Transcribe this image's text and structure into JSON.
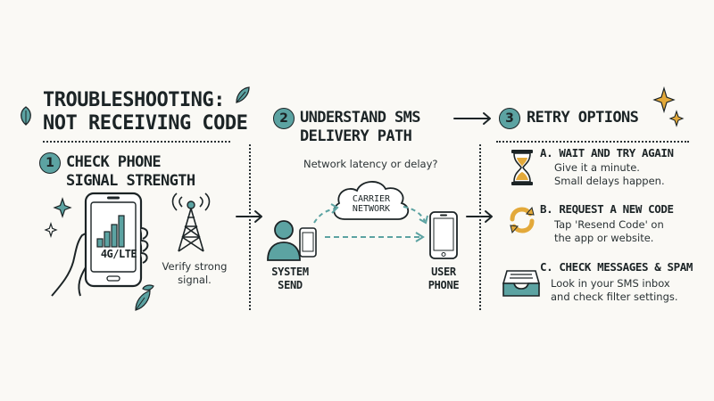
{
  "title": {
    "line1": "TROUBLESHOOTING:",
    "line2": "NOT RECEIVING CODE"
  },
  "step1": {
    "number": "1",
    "heading_line1": "CHECK PHONE",
    "heading_line2": "SIGNAL STRENGTH",
    "network_label": "4G/LTE",
    "caption_line1": "Verify strong",
    "caption_line2": "signal."
  },
  "step2": {
    "number": "2",
    "heading_line1": "UNDERSTAND SMS",
    "heading_line2": "DELIVERY PATH",
    "question": "Network latency or delay?",
    "cloud_line1": "CARRIER",
    "cloud_line2": "NETWORK",
    "sender_line1": "SYSTEM",
    "sender_line2": "SEND",
    "receiver_line1": "USER",
    "receiver_line2": "PHONE"
  },
  "step3": {
    "number": "3",
    "heading": "RETRY OPTIONS",
    "options": [
      {
        "icon": "hourglass-icon",
        "title": "A. WAIT AND TRY AGAIN",
        "line1": "Give it a minute.",
        "line2": "Small delays happen."
      },
      {
        "icon": "refresh-arrows-icon",
        "title": "B. REQUEST A NEW CODE",
        "line1": "Tap 'Resend Code' on",
        "line2": "the app or website."
      },
      {
        "icon": "inbox-tray-icon",
        "title": "C. CHECK MESSAGES & SPAM",
        "line1": "Look in your SMS inbox",
        "line2": "and check filter settings."
      }
    ]
  },
  "colors": {
    "teal": "#5ca3a2",
    "amber": "#e3a93a",
    "ink": "#1c2426",
    "background": "#faf9f5"
  }
}
